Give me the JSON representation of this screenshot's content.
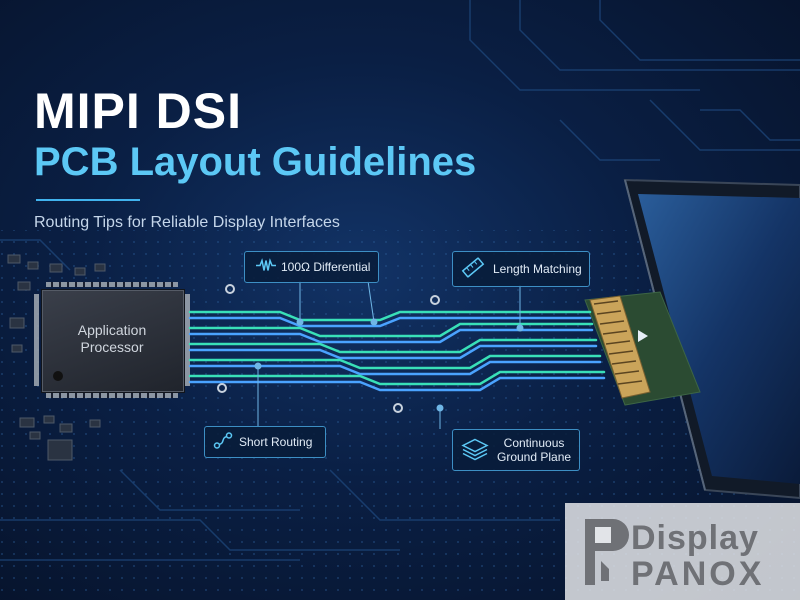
{
  "title": {
    "line1": "MIPI DSI",
    "line2": "PCB Layout Guidelines",
    "subtitle": "Routing Tips for Reliable Display Interfaces"
  },
  "processor": {
    "label_line1": "Application",
    "label_line2": "Processor"
  },
  "callouts": {
    "differential": {
      "label": "100Ω Differential",
      "icon": "waveform-icon"
    },
    "length_matching": {
      "label": "Length Matching",
      "icon": "ruler-icon"
    },
    "short_routing": {
      "label": "Short Routing",
      "icon": "route-icon"
    },
    "ground_plane": {
      "label_line1": "Continuous",
      "label_line2": "Ground Plane",
      "icon": "layers-icon"
    }
  },
  "watermark": {
    "line1": "Display",
    "line2": "PANOX"
  },
  "colors": {
    "background": "#0a1f44",
    "title_white": "#ffffff",
    "title_accent": "#5cc8f5",
    "trace_green": "#39e0b8",
    "trace_blue": "#4aa3ff",
    "callout_border": "#3d8fc4"
  }
}
